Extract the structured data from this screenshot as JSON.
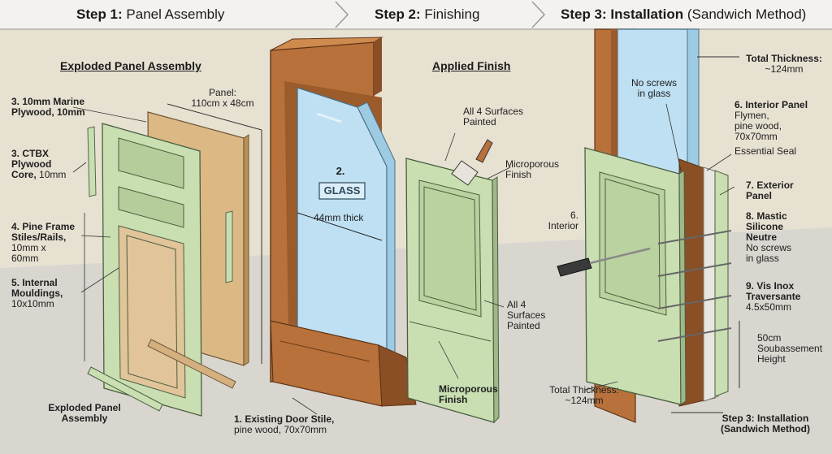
{
  "header": {
    "step1_prefix": "Step 1:",
    "step1_text": "Panel Assembly",
    "step2_prefix": "Step 2:",
    "step2_text": "Finishing",
    "step3_prefix": "Step 3: Installation",
    "step3_text": "(Sandwich Method)"
  },
  "step1": {
    "title": "Exploded Panel Assembly",
    "panel_dim": "Panel:\n110cm x 48cm",
    "item3a_title": "3. 10mm Marine\nPlywood, 10mm",
    "item3b_title": "3. CTBX\nPlywood\nCore,",
    "item3b_text": "10mm",
    "item4_title": "4. Pine Frame\nStiles/Rails,",
    "item4_text": "10mm x\n60mm",
    "item5_title": "5. Internal\nMouldings,",
    "item5_text": "10x10mm",
    "bottom_caption": "Exploded Panel\nAssembly",
    "glass_num": "2.",
    "glass_label": "GLASS",
    "glass_thick": "44mm thick",
    "stile_title": "1. Existing Door Stile,",
    "stile_text": "pine wood, 70x70mm"
  },
  "step2": {
    "title": "Applied Finish",
    "painted_top": "All 4 Surfaces\nPainted",
    "micro_top": "Microporous\nFinish",
    "painted_bottom": "All 4\nSurfaces\nPainted",
    "micro_bottom": "Microporous\nFinish"
  },
  "step3": {
    "total_top_title": "Total Thickness:",
    "total_top_val": "~124mm",
    "no_screws_top": "No screws\nin glass",
    "interior_panel_title": "6. Interior Panel",
    "interior_panel_text": "Flymen,\npine wood,\n70x70mm",
    "seal": "Essential Seal",
    "exterior_panel": "7. Exterior\nPanel",
    "mastic_title": "8. Mastic\nSilicone\nNeutre",
    "mastic_text": "No screws\nin glass",
    "vis_title": "9. Vis Inox\nTraversante",
    "vis_text": "4.5x50mm",
    "height": "50cm\nSoubassement\nHeight",
    "interior": "6.\nInterior",
    "total_bottom": "Total Thickness:\n~124mm",
    "caption": "Step 3: Installation\n(Sandwich Method)"
  },
  "colors": {
    "wood": "#b8713a",
    "wood_dark": "#8a4f24",
    "glass": "#bfe0f2",
    "panel_green": "#c9dfb2",
    "plywood": "#d8b380",
    "background": "#ece7dc"
  }
}
